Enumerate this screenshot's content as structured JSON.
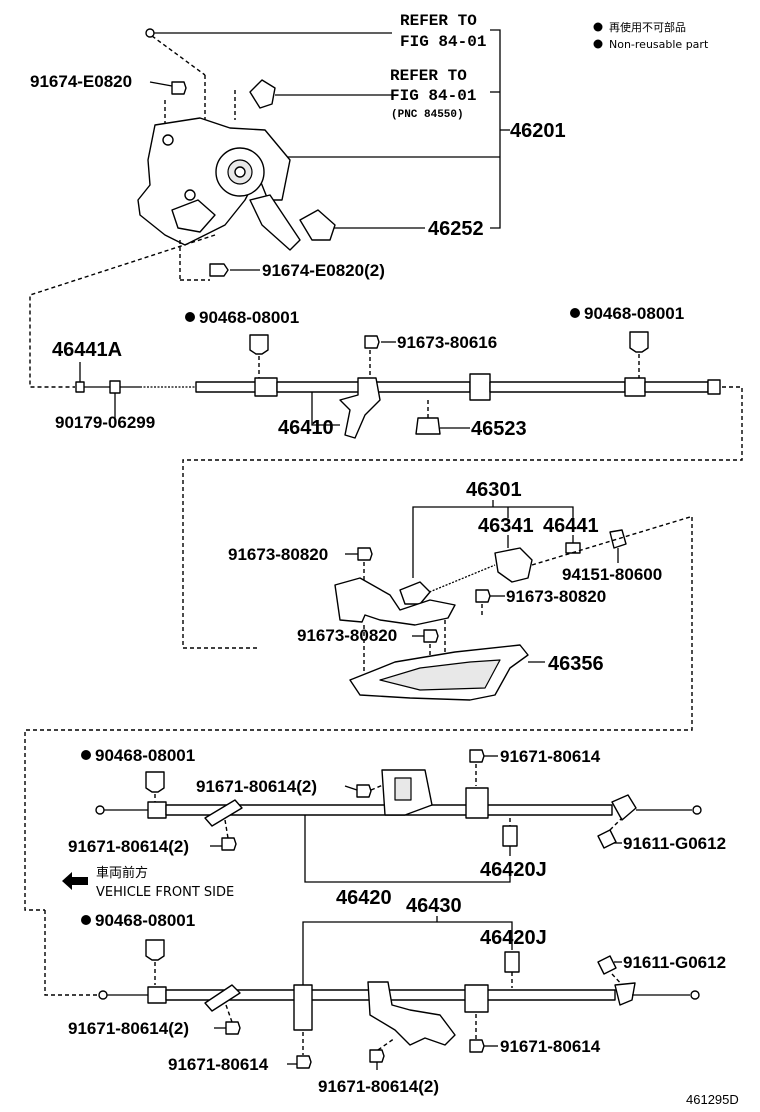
{
  "legend": {
    "line_jp": "再使用不可部品",
    "line_en": "Non-reusable part",
    "bullet": "●"
  },
  "refs": {
    "ref1_line1": "REFER TO",
    "ref1_line2": "FIG 84-01",
    "ref2_line1": "REFER TO",
    "ref2_line2": "FIG 84-01",
    "ref2_line3": "(PNC 84550)"
  },
  "labels": {
    "p46201": "46201",
    "p46252": "46252",
    "p91674_e0820": "91674-E0820",
    "p91674_e0820_2": "91674-E0820(2)",
    "p90468_a": "90468-08001",
    "p90468_b": "90468-08001",
    "p46441A": "46441A",
    "p91673_80616": "91673-80616",
    "p90179": "90179-06299",
    "p46410": "46410",
    "p46523": "46523",
    "p46301": "46301",
    "p46341": "46341",
    "p46441": "46441",
    "p91673_80820_a": "91673-80820",
    "p94151": "94151-80600",
    "p91673_80820_b": "91673-80820",
    "p91673_80820_c": "91673-80820",
    "p46356": "46356",
    "p90468_c": "90468-08001",
    "p91671_80614_a": "91671-80614",
    "p91671_80614_2_a": "91671-80614(2)",
    "p91671_80614_2_b": "91671-80614(2)",
    "p91611_a": "91611-G0612",
    "p46420J_a": "46420J",
    "p46420": "46420",
    "p46430": "46430",
    "p90468_d": "90468-08001",
    "p46420J_b": "46420J",
    "p91611_b": "91611-G0612",
    "p91671_80614_2_c": "91671-80614(2)",
    "p91671_80614_b": "91671-80614",
    "p91671_80614_c": "91671-80614",
    "p91671_80614_2_d": "91671-80614(2)"
  },
  "vehicle_front": {
    "jp": "車両前方",
    "en": "VEHICLE FRONT SIDE"
  },
  "figure_code": "461295D"
}
